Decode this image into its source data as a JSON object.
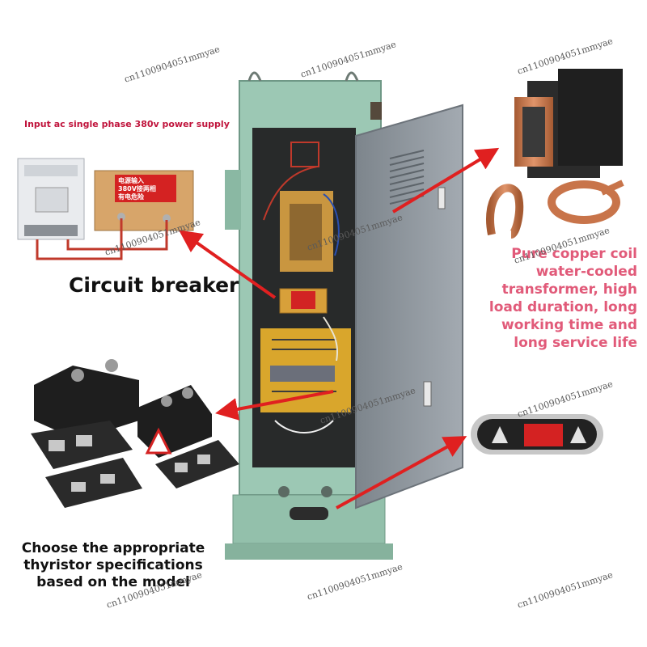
{
  "labels": {
    "input_supply": "Input ac single phase 380v power supply",
    "circuit_breaker": "Circuit breaker",
    "copper_coil": [
      "Pure copper coil",
      "water-cooled",
      "transformer, high",
      "load duration, long",
      "working time and",
      "long service life"
    ],
    "thyristor": [
      "Choose the appropriate",
      "thyristor specifications",
      "based on the model"
    ]
  },
  "panel_text": [
    "电源输入",
    "380V接两相",
    "有电危险"
  ],
  "watermark": "cn1100904051mmyae",
  "colors": {
    "cabinet": "#9cc8b4",
    "door": "#8e969e",
    "arrow": "#e02020",
    "copper": "#c8744a",
    "copper_label": "#e15a79",
    "input_label": "#c0143c",
    "module_dark": "#1e1e1e"
  }
}
